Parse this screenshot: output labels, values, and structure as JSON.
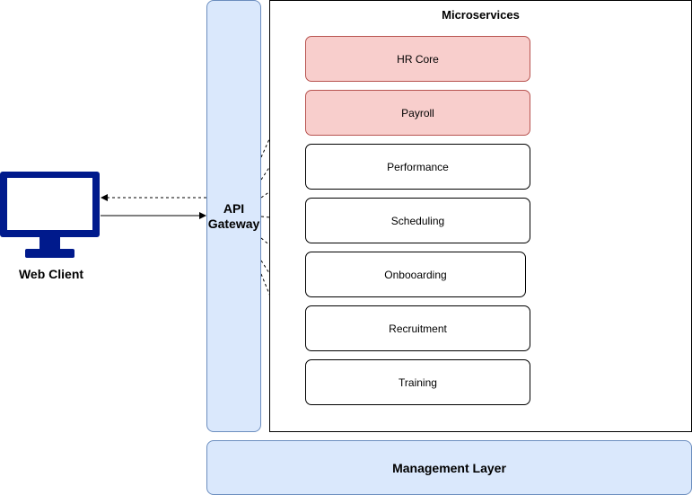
{
  "diagram": {
    "gateway_label": "API Gateway",
    "microservices_title": "Microservices",
    "management_label": "Management Layer",
    "client_label": "Web Client",
    "services": [
      {
        "label": "HR Core",
        "highlight": true
      },
      {
        "label": "Payroll",
        "highlight": true
      },
      {
        "label": "Performance",
        "highlight": false
      },
      {
        "label": "Scheduling",
        "highlight": false
      },
      {
        "label": "Onbooarding",
        "highlight": false
      },
      {
        "label": "Recruitment",
        "highlight": false
      },
      {
        "label": "Training",
        "highlight": false
      }
    ],
    "colors": {
      "gateway_fill": "#dae8fc",
      "gateway_stroke": "#6c8ebf",
      "highlight_fill": "#f8cecc",
      "highlight_stroke": "#b85450",
      "monitor": "#001a8c"
    }
  }
}
